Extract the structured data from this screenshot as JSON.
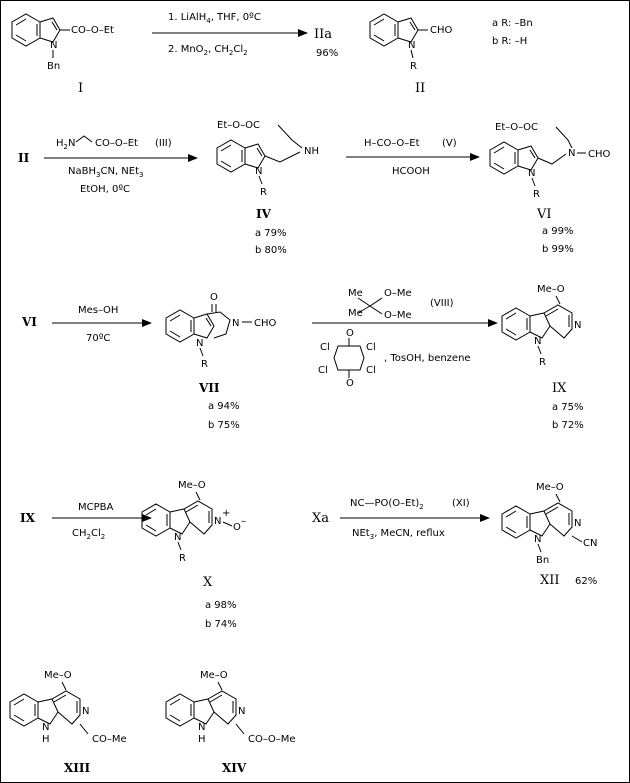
{
  "scheme": {
    "row1": {
      "start_sub": "CO–O–Et",
      "start_n": "N",
      "start_bn": "Bn",
      "start_label": "I",
      "reagent1": "1. LiAlH",
      "reagent1_sub": "4",
      "reagent1_rest": ",  THF,  0ºC",
      "reagent2": "2. MnO",
      "reagent2_sub": "2",
      "reagent2_rest": ",  CH",
      "reagent2_sub2": "2",
      "reagent2_rest2": "Cl",
      "reagent2_sub3": "2",
      "product_label_arrow": "IIa",
      "yield": "96%",
      "ald_sub": "CHO",
      "ald_n": "N",
      "ald_r": "R",
      "ald_label": "II",
      "def_a": "a R: –Bn",
      "def_b": "b R: –H"
    },
    "row2": {
      "start": "II",
      "reagent_top_a": "H",
      "reagent_top_b": "2",
      "reagent_top_c": "N",
      "reagent_top_d": "CO–O–Et",
      "reagent_top_label": "(III)",
      "reagent_bot1": "NaBH",
      "reagent_bot1_sub": "3",
      "reagent_bot1_rest": "CN,  NEt",
      "reagent_bot1_sub2": "3",
      "reagent_bot2": "EtOH,  0ºC",
      "iv_ester": "Et–O–OC",
      "iv_nh": "NH",
      "iv_n": "N",
      "iv_r": "R",
      "iv_label": "IV",
      "iv_a": "a 79%",
      "iv_b": "b 80%",
      "r2_top": "H–CO–O–Et",
      "r2_top_label": "(V)",
      "r2_bot": "HCOOH",
      "vi_ester": "Et–O–OC",
      "vi_n": "N",
      "vi_cho": "CHO",
      "vi_n2": "N",
      "vi_r": "R",
      "vi_label": "VI",
      "vi_a": "a 99%",
      "vi_b": "b 99%"
    },
    "row3": {
      "start": "VI",
      "reagent_top": "Mes–OH",
      "reagent_bot": "70ºC",
      "vii_o": "O",
      "vii_n": "N",
      "vii_cho": "CHO",
      "vii_n2": "N",
      "vii_r": "R",
      "vii_label": "VII",
      "vii_a": "a 94%",
      "vii_b": "b 75%",
      "viii_me1": "Me",
      "viii_ome1": "O–Me",
      "viii_me2": "Me",
      "viii_ome2": "O–Me",
      "viii_label": "(VIII)",
      "ddq_cl": "Cl",
      "ddq_o": "O",
      "ddq_rest": ",  TosOH,  benzene",
      "ix_meo": "Me–O",
      "ix_n": "N",
      "ix_n2": "N",
      "ix_r": "R",
      "ix_label": "IX",
      "ix_a": "a 75%",
      "ix_b": "b 72%"
    },
    "row4": {
      "start": "IX",
      "reagent_top": "MCPBA",
      "reagent_bot": "CH",
      "reagent_bot_sub": "2",
      "reagent_bot_rest": "Cl",
      "reagent_bot_sub2": "2",
      "x_meo": "Me–O",
      "x_n": "N",
      "x_plus": "+",
      "x_o": "O",
      "x_minus": "–",
      "x_n2": "N",
      "x_r": "R",
      "x_label": "X",
      "x_a": "a 98%",
      "x_b": "b 74%",
      "start2": "Xa",
      "r2_top": "NC—PO(O–Et)",
      "r2_top_sub": "2",
      "r2_top_label": "(XI)",
      "r2_bot": "NEt",
      "r2_bot_sub": "3",
      "r2_bot_rest": ",  MeCN,   reflux",
      "xii_meo": "Me–O",
      "xii_n": "N",
      "xii_cn": "CN",
      "xii_n2": "N",
      "xii_bn": "Bn",
      "xii_label": "XII",
      "xii_yield": "62%"
    },
    "row5": {
      "xiii_meo": "Me–O",
      "xiii_n": "N",
      "xiii_nh": "N",
      "xiii_h": "H",
      "xiii_sub": "CO–Me",
      "xiii_label": "XIII",
      "xiv_meo": "Me–O",
      "xiv_n": "N",
      "xiv_nh": "N",
      "xiv_h": "H",
      "xiv_sub": "CO–O–Me",
      "xiv_label": "XIV"
    }
  }
}
